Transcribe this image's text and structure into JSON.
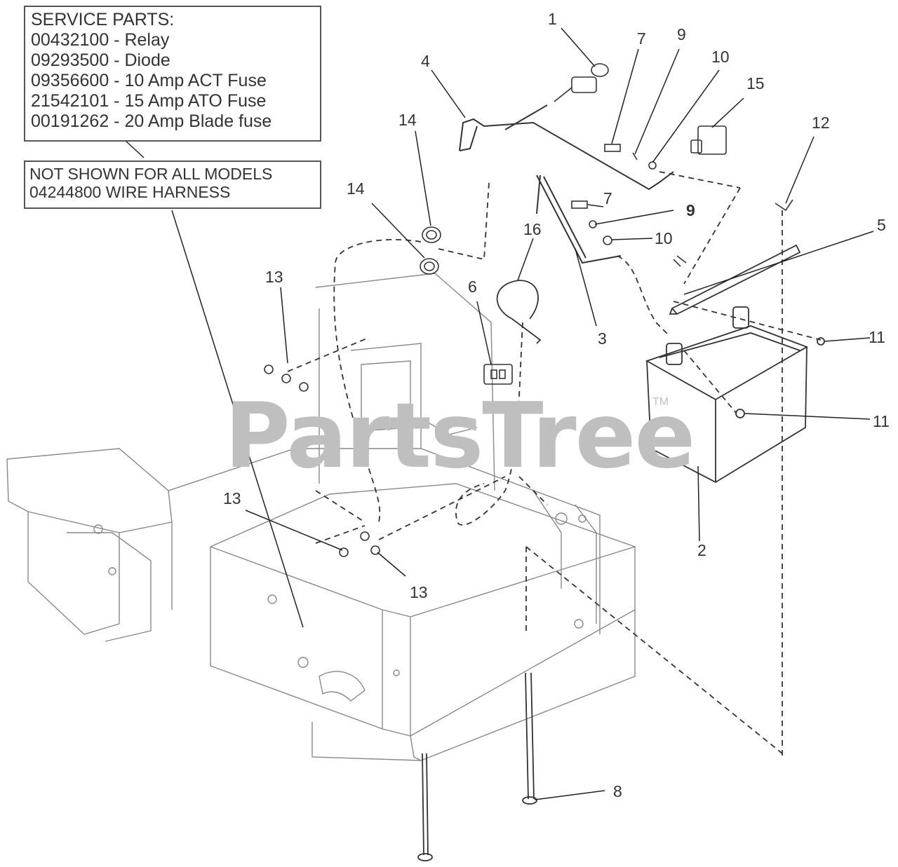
{
  "service_parts": {
    "heading": "SERVICE PARTS:",
    "items": [
      "00432100 - Relay",
      "09293500 - Diode",
      "09356600 - 10 Amp ACT Fuse",
      "21542101 - 15 Amp ATO Fuse",
      "00191262 - 20 Amp Blade fuse"
    ]
  },
  "not_shown": {
    "line1": "NOT SHOWN FOR ALL MODELS",
    "line2": "04244800 WIRE HARNESS"
  },
  "watermark": {
    "text": "PartsTree",
    "tm": "TM"
  },
  "callouts": [
    "1",
    "2",
    "3",
    "4",
    "5",
    "6",
    "7",
    "7",
    "8",
    "9",
    "9",
    "10",
    "10",
    "11",
    "11",
    "12",
    "13",
    "13",
    "13",
    "14",
    "14",
    "15",
    "16"
  ]
}
